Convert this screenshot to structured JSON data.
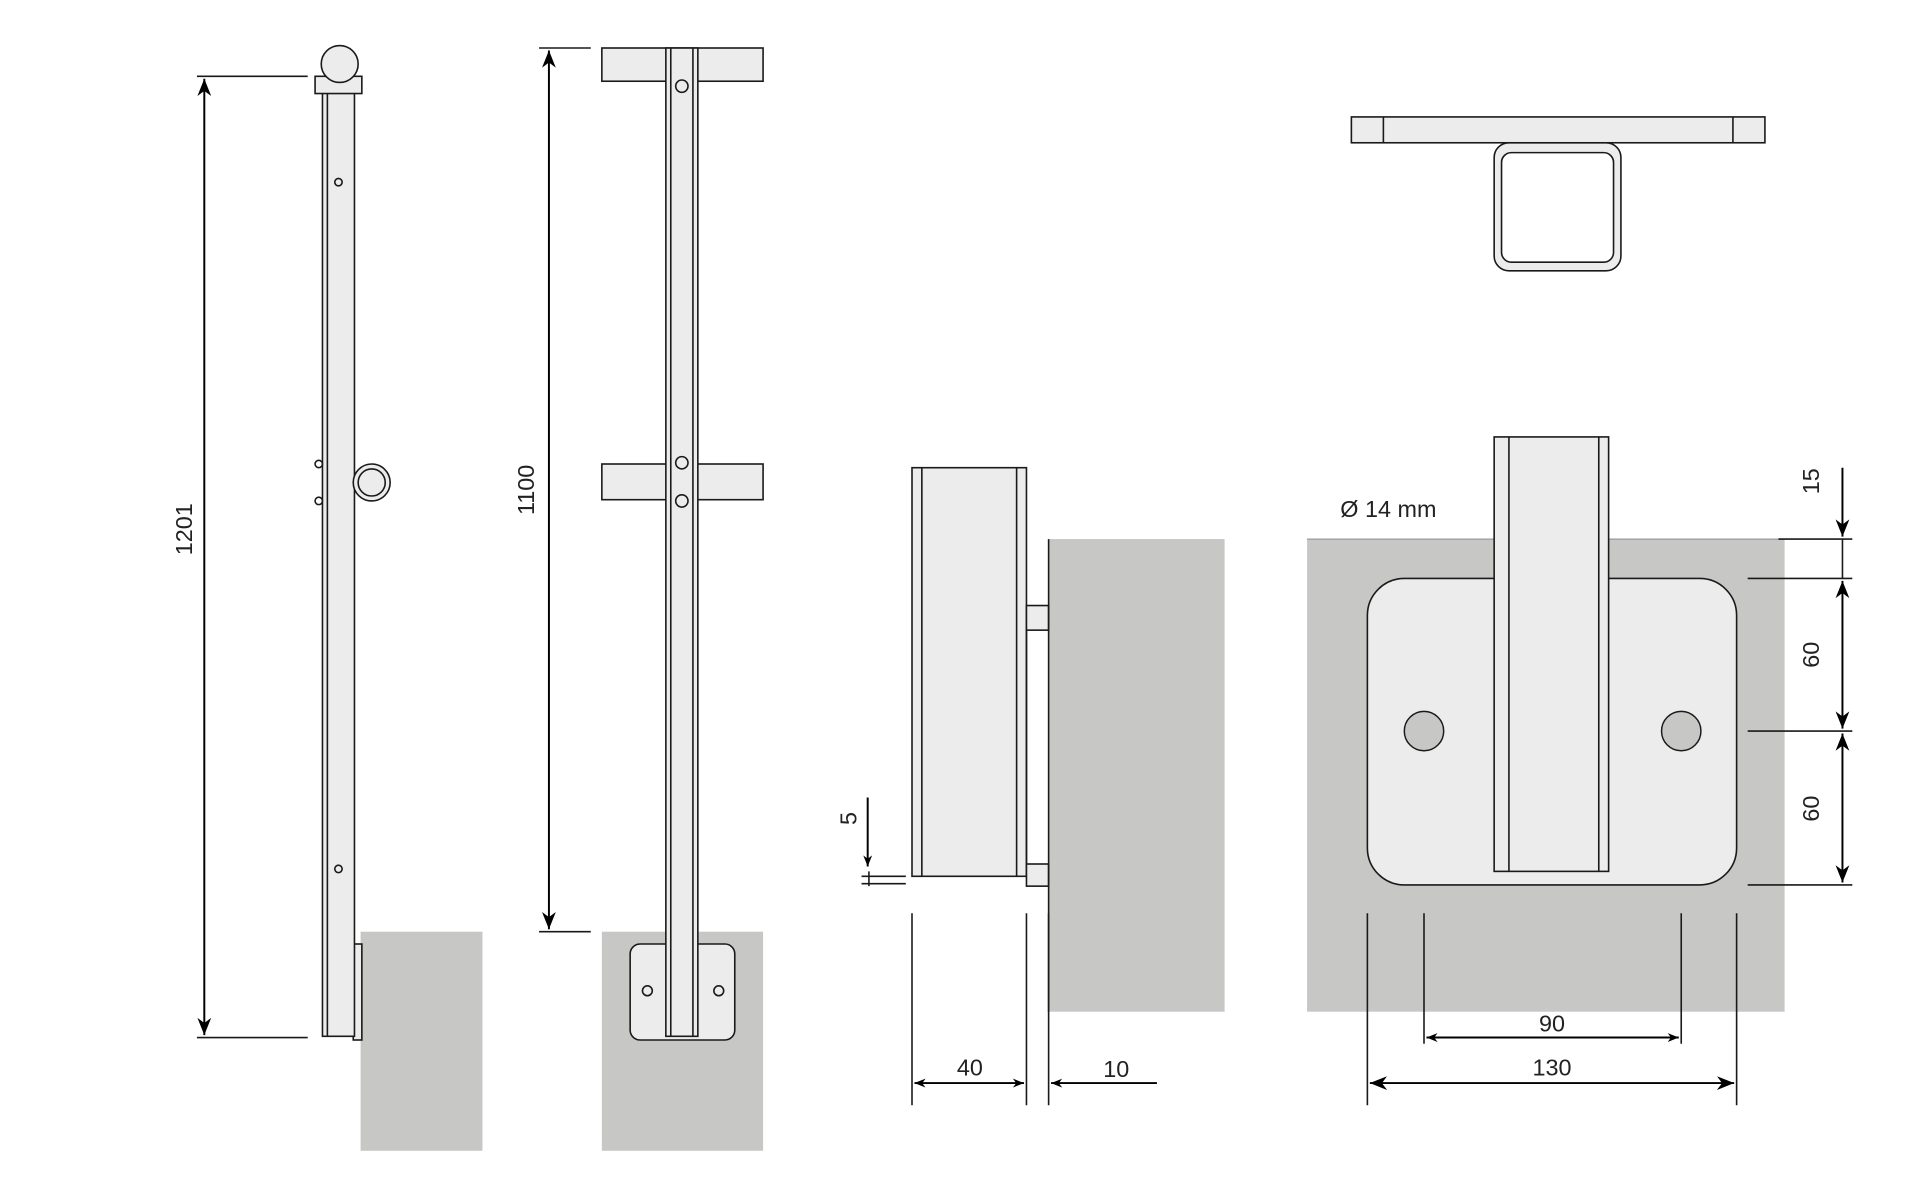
{
  "dimensions": {
    "total_height": "1201",
    "rail_height": "1100",
    "hole_diameter": "Ø 14 mm",
    "top_offset": "15",
    "hole_spacing_upper": "60",
    "hole_spacing_lower": "60",
    "plate_gap": "5",
    "post_depth": "40",
    "plate_thickness": "10",
    "hole_spacing_horizontal": "90",
    "plate_width": "130"
  },
  "colors": {
    "wall": "#c7c8c5",
    "part": "#ececec",
    "line": "#1a1a1a"
  }
}
